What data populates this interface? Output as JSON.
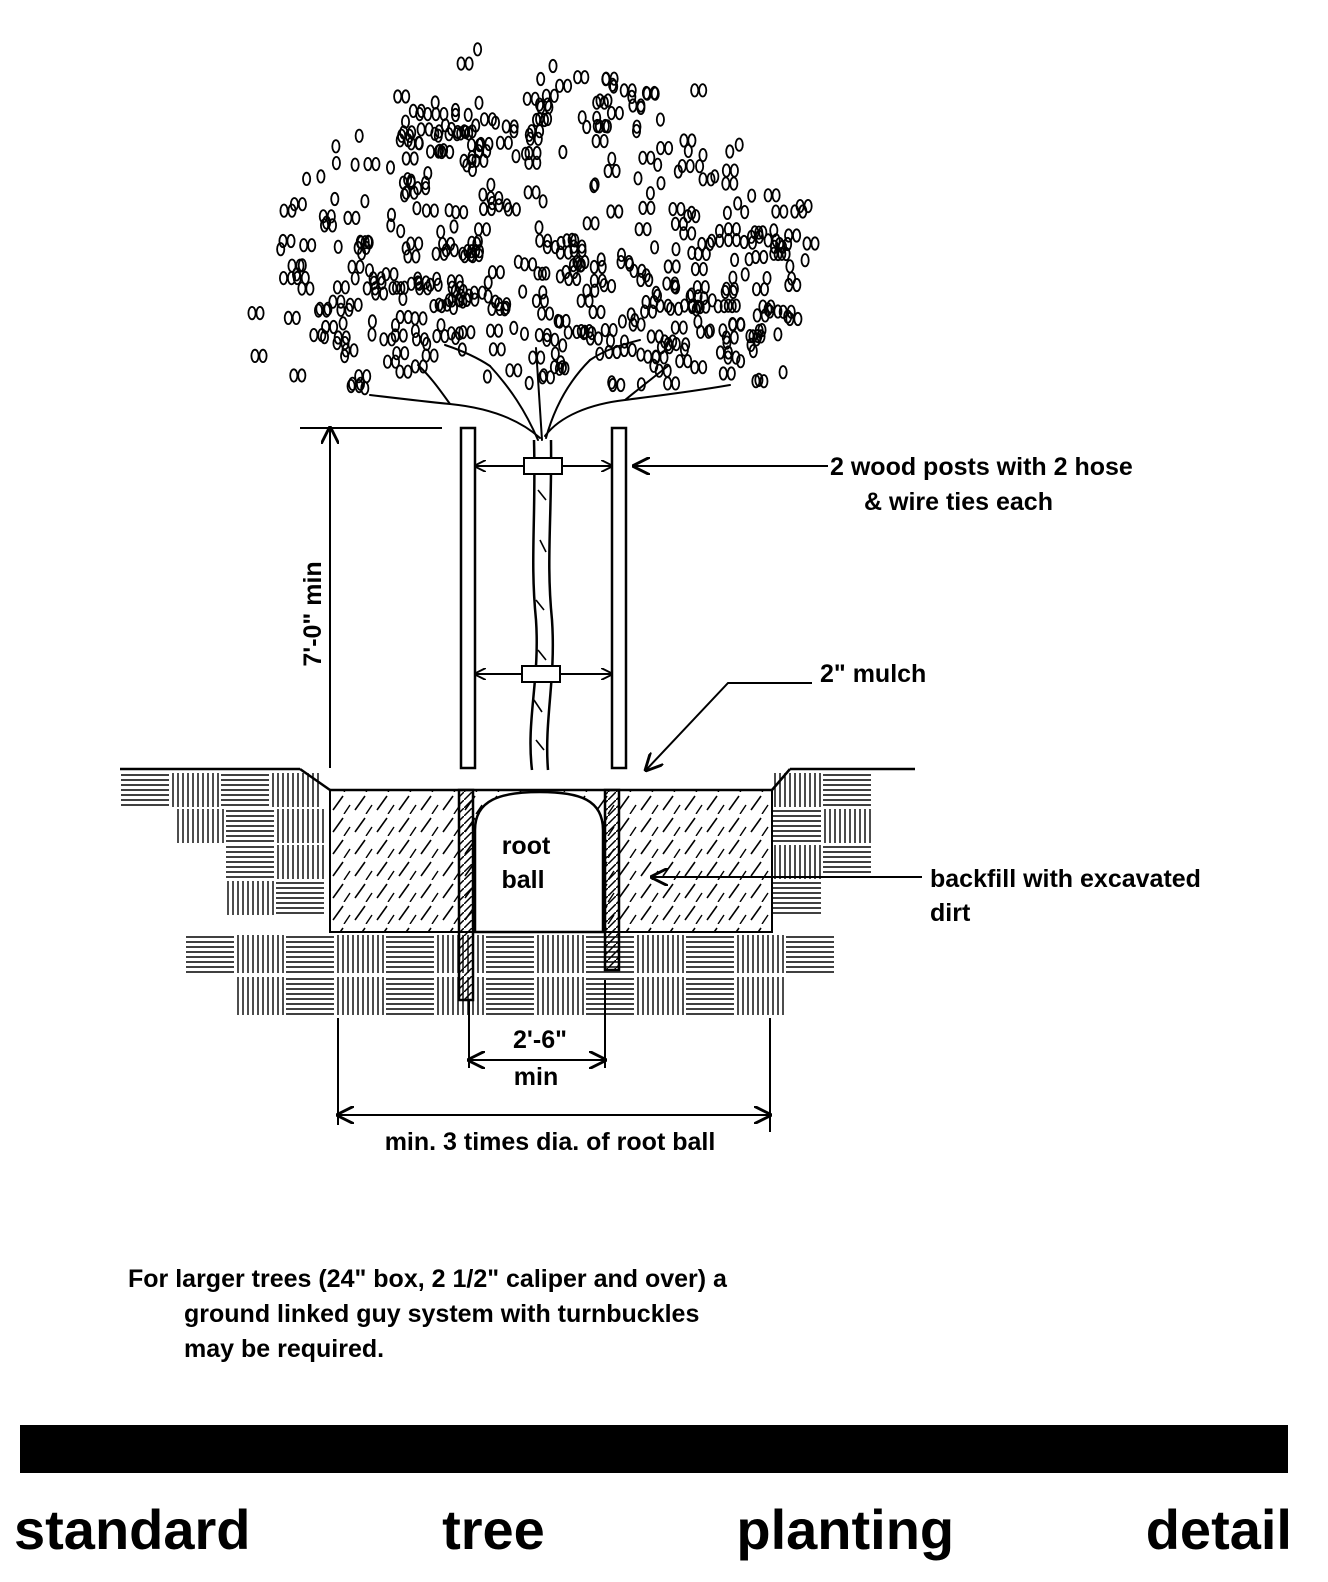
{
  "diagram": {
    "labels": {
      "posts_line1": "2  wood posts with 2 hose",
      "posts_line2": "& wire ties each",
      "height": "7'-0\" min",
      "mulch": "2\" mulch",
      "root_ball_line1": "root",
      "root_ball_line2": "ball",
      "backfill_line1": "backfill with excavated",
      "backfill_line2": "dirt",
      "post_spacing_line1": "2'-6\"",
      "post_spacing_line2": "min",
      "pit_width": "min. 3 times dia. of root ball"
    },
    "icons": {
      "tree": "deciduous-tree-icon",
      "posts": "wood-stake-icon",
      "ties": "hose-tie-icon",
      "soil": "soil-hatch-icon"
    }
  },
  "note": {
    "line1": "For larger trees (24\" box,  2 1/2\" caliper and over) a",
    "line2": "ground linked guy system with turnbuckles",
    "line3": "may be required."
  },
  "title": {
    "words": [
      "standard",
      "tree",
      "planting",
      "detail"
    ]
  }
}
